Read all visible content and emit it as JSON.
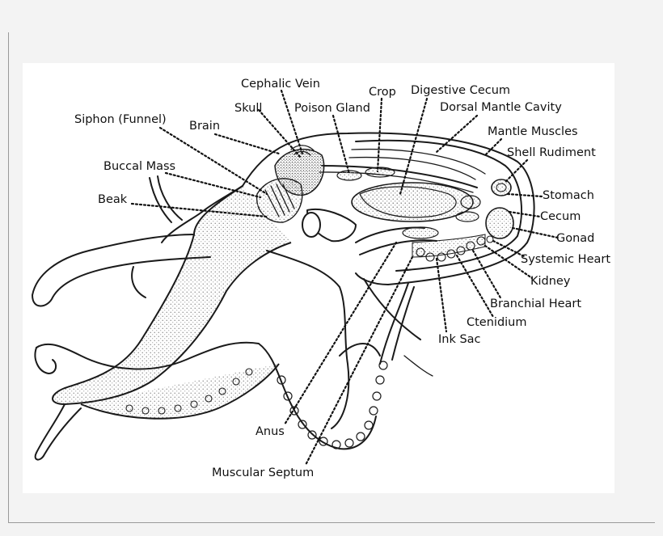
{
  "diagram": {
    "labels": {
      "cephalic_vein": "Cephalic Vein",
      "crop": "Crop",
      "digestive_cecum": "Digestive Cecum",
      "skull": "Skull",
      "poison_gland": "Poison Gland",
      "dorsal_mantle_cavity": "Dorsal Mantle Cavity",
      "siphon": "Siphon (Funnel)",
      "brain": "Brain",
      "mantle_muscles": "Mantle Muscles",
      "shell_rudiment": "Shell Rudiment",
      "buccal_mass": "Buccal Mass",
      "beak": "Beak",
      "stomach": "Stomach",
      "cecum": "Cecum",
      "gonad": "Gonad",
      "systemic_heart": "Systemic Heart",
      "kidney": "Kidney",
      "branchial_heart": "Branchial Heart",
      "ctenidium": "Ctenidium",
      "ink_sac": "Ink Sac",
      "anus": "Anus",
      "muscular_septum": "Muscular Septum"
    },
    "colors": {
      "ink": "#1a1a1a",
      "stipple": "#9b9b9b",
      "background": "#ffffff"
    }
  }
}
